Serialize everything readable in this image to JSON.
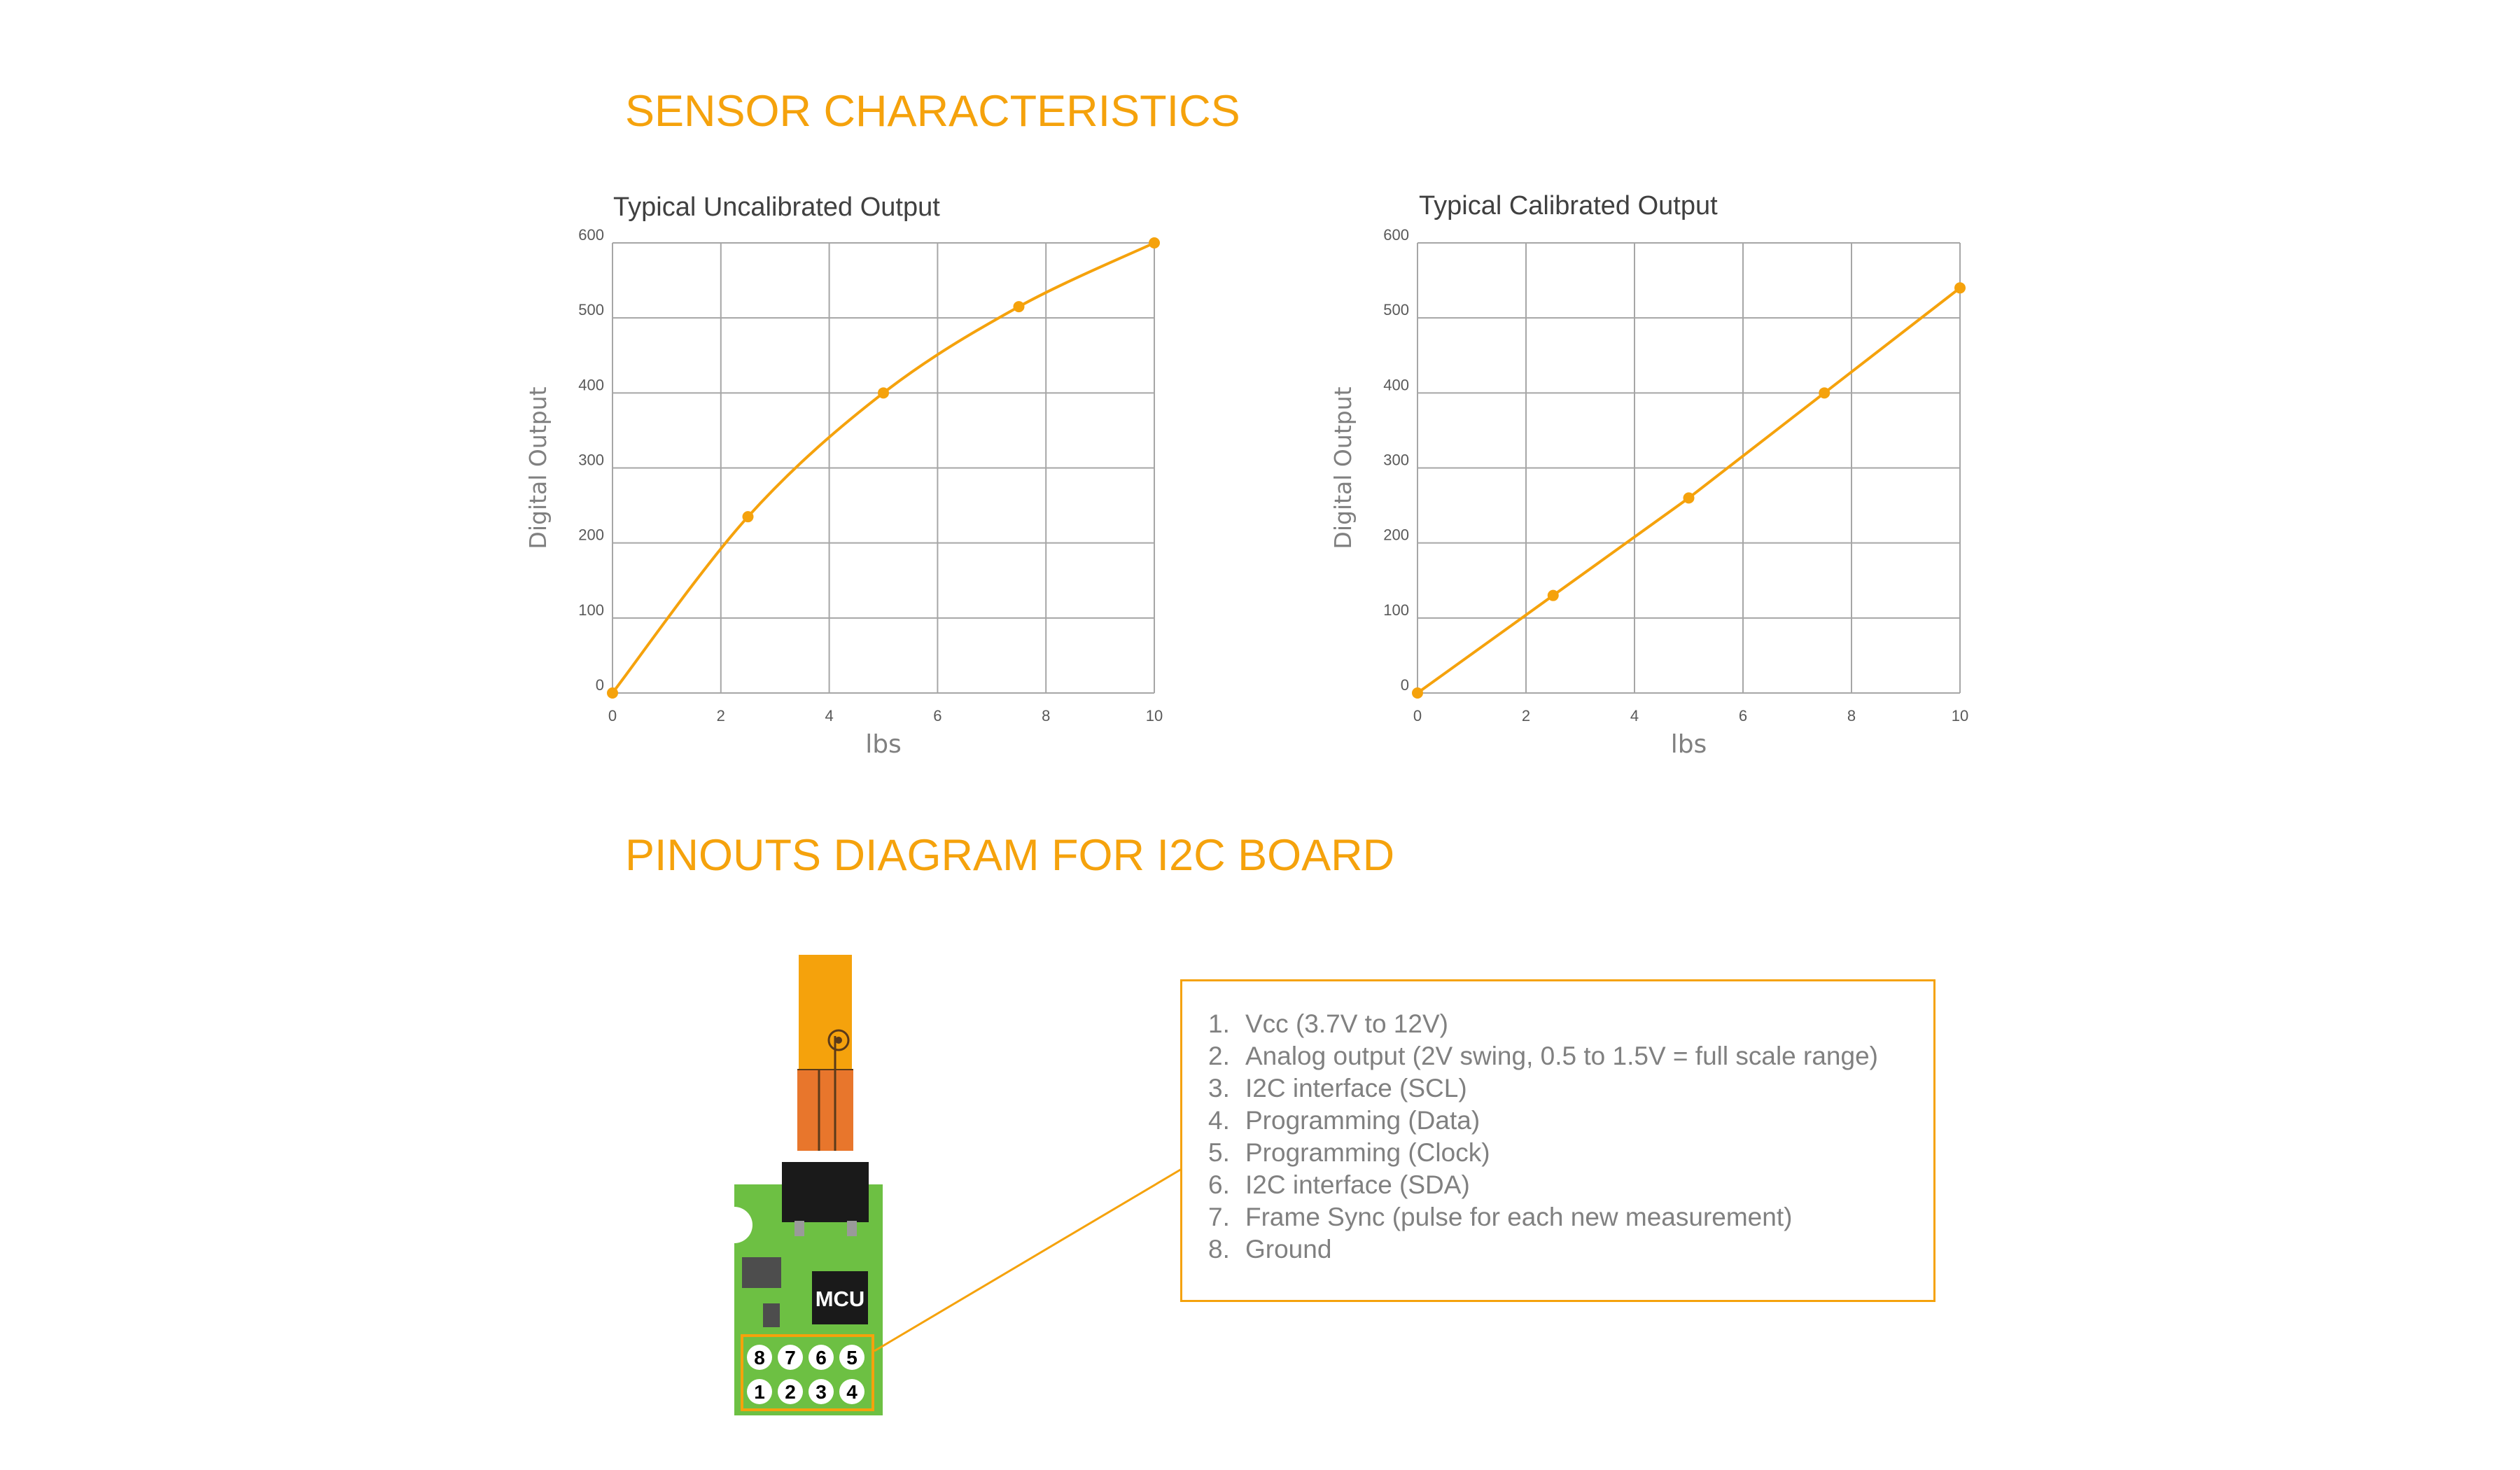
{
  "sections": {
    "characteristics_title": "SENSOR CHARACTERISTICS",
    "pinouts_title": "PINOUTS DIAGRAM FOR I2C BOARD"
  },
  "colors": {
    "accent": "#f5a20c",
    "grid": "#a6a6a6",
    "board": "#6dc043",
    "sensor": "#e8762c",
    "label": "#808080"
  },
  "chart_data": [
    {
      "type": "line",
      "title": "Typical Uncalibrated Output",
      "xlabel": "lbs",
      "ylabel": "Digital Output",
      "x_ticks": [
        "0",
        "2",
        "4",
        "6",
        "8",
        "10"
      ],
      "y_ticks": [
        "0",
        "100",
        "200",
        "300",
        "400",
        "500",
        "600"
      ],
      "xlim": [
        0,
        10
      ],
      "ylim": [
        0,
        600
      ],
      "grid": true,
      "smooth": true,
      "series": [
        {
          "x": [
            0,
            2.5,
            5,
            7.5,
            10
          ],
          "y": [
            0,
            235,
            400,
            515,
            600
          ],
          "color": "#f5a20c"
        }
      ]
    },
    {
      "type": "line",
      "title": "Typical Calibrated Output",
      "xlabel": "lbs",
      "ylabel": "Digital Output",
      "x_ticks": [
        "0",
        "2",
        "4",
        "6",
        "8",
        "10"
      ],
      "y_ticks": [
        "0",
        "100",
        "200",
        "300",
        "400",
        "500",
        "600"
      ],
      "xlim": [
        0,
        10
      ],
      "ylim": [
        0,
        600
      ],
      "grid": true,
      "smooth": false,
      "series": [
        {
          "x": [
            0,
            2.5,
            5,
            7.5,
            10
          ],
          "y": [
            0,
            130,
            260,
            400,
            540
          ],
          "color": "#f5a20c"
        }
      ]
    }
  ],
  "board": {
    "chip_label": "MCU",
    "header_top": [
      "8",
      "7",
      "6",
      "5"
    ],
    "header_bottom": [
      "1",
      "2",
      "3",
      "4"
    ]
  },
  "pinout": {
    "items": [
      {
        "num": "1.",
        "text": "Vcc (3.7V to 12V)"
      },
      {
        "num": "2.",
        "text": "Analog output (2V swing, 0.5 to 1.5V = full scale range)"
      },
      {
        "num": "3.",
        "text": "I2C interface (SCL)"
      },
      {
        "num": "4.",
        "text": "Programming (Data)"
      },
      {
        "num": "5.",
        "text": "Programming (Clock)"
      },
      {
        "num": "6.",
        "text": "I2C interface (SDA)"
      },
      {
        "num": "7.",
        "text": "Frame Sync (pulse for each new measurement)"
      },
      {
        "num": "8.",
        "text": "Ground"
      }
    ]
  }
}
